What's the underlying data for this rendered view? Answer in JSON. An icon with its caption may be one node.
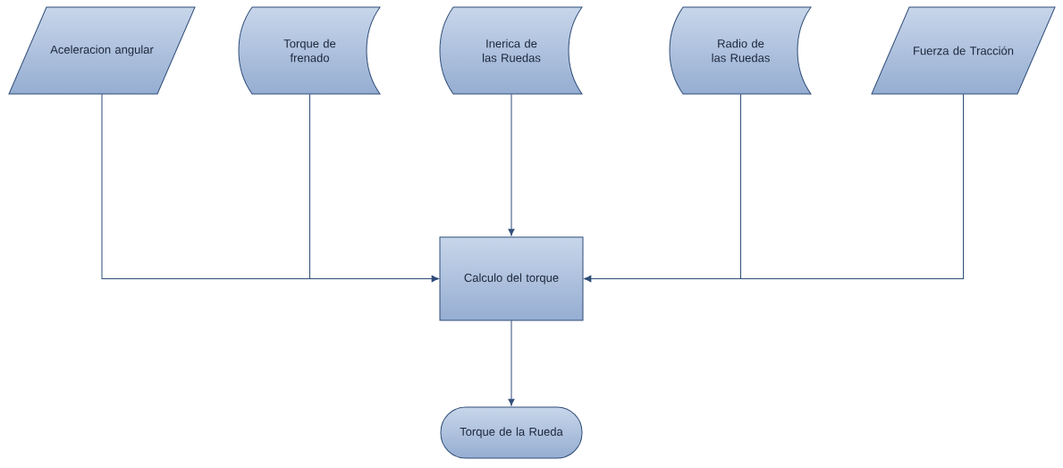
{
  "diagram": {
    "nodes": [
      {
        "text": [
          "Aceleracion angular"
        ]
      },
      {
        "text": [
          "Torque de frenado"
        ]
      },
      {
        "text": [
          "Inerica de las Ruedas"
        ]
      },
      {
        "text": [
          "Radio de las Ruedas"
        ]
      },
      {
        "text": [
          "Fuerza de Tracción"
        ]
      },
      {
        "text": [
          "Calculo del torque"
        ]
      },
      {
        "text": [
          "Torque de la Rueda"
        ]
      }
    ],
    "edges": [
      {
        "from": 0,
        "to": 5,
        "arrow": "to"
      },
      {
        "from": 1,
        "to": 5,
        "arrow": "to"
      },
      {
        "from": 2,
        "to": 5,
        "arrow": "to"
      },
      {
        "from": 3,
        "to": 5,
        "arrow": "to"
      },
      {
        "from": 4,
        "to": 5,
        "arrow": "to"
      },
      {
        "from": 5,
        "to": 6,
        "arrow": "to"
      }
    ]
  }
}
